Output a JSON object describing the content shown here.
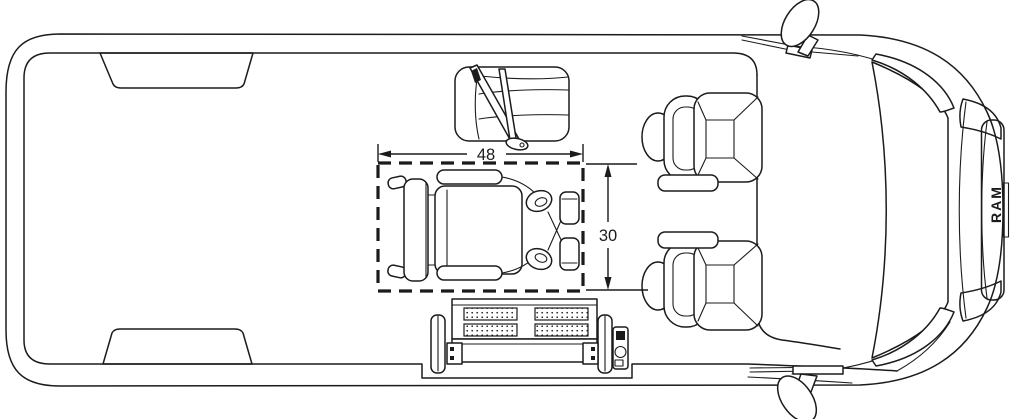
{
  "meta": {
    "background": "#ffffff",
    "ink": "#1b1b1b"
  },
  "annotations": {
    "area_width_in": "48",
    "area_depth_in": "30"
  },
  "vehicle": {
    "grille_badge": "RAM"
  }
}
